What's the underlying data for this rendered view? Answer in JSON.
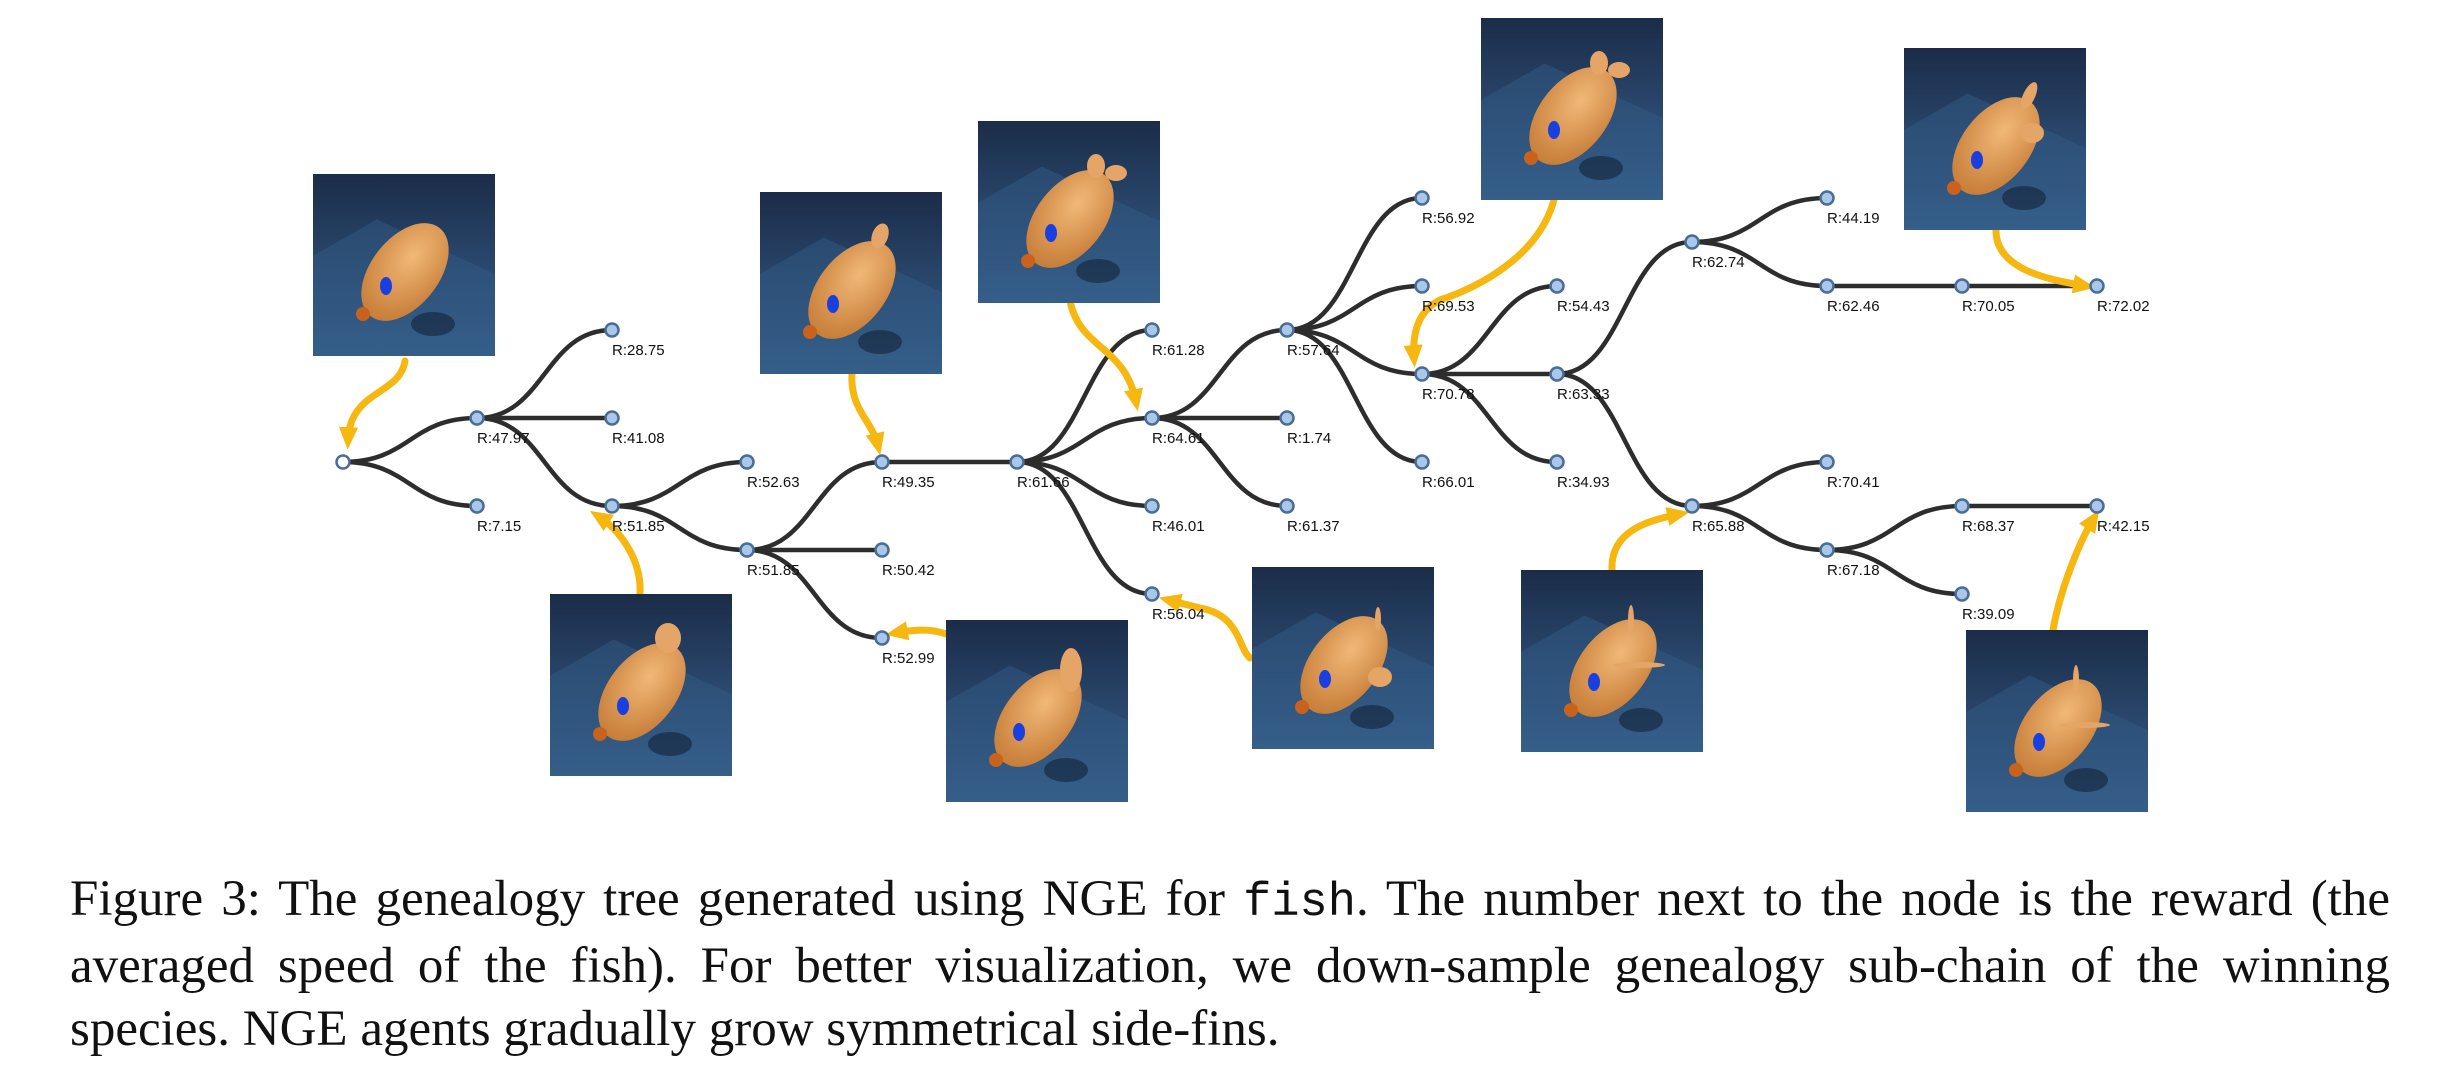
{
  "figure": {
    "nodes": [
      {
        "id": "root",
        "label": ""
      },
      {
        "id": "n1",
        "label": "R:47.97"
      },
      {
        "id": "n2",
        "label": "R:7.15"
      },
      {
        "id": "n3",
        "label": "R:28.75"
      },
      {
        "id": "n4",
        "label": "R:41.08"
      },
      {
        "id": "n5",
        "label": "R:51.85"
      },
      {
        "id": "n6",
        "label": "R:52.63"
      },
      {
        "id": "n7",
        "label": "R:51.85"
      },
      {
        "id": "n8",
        "label": "R:49.35"
      },
      {
        "id": "n9",
        "label": "R:50.42"
      },
      {
        "id": "n10",
        "label": "R:52.99"
      },
      {
        "id": "n11",
        "label": "R:61.66"
      },
      {
        "id": "n12",
        "label": "R:61.28"
      },
      {
        "id": "n13",
        "label": "R:64.61"
      },
      {
        "id": "n14",
        "label": "R:46.01"
      },
      {
        "id": "n15",
        "label": "R:56.04"
      },
      {
        "id": "n16",
        "label": "R:57.64"
      },
      {
        "id": "n17",
        "label": "R:1.74"
      },
      {
        "id": "n18",
        "label": "R:61.37"
      },
      {
        "id": "n19",
        "label": "R:56.92"
      },
      {
        "id": "n20",
        "label": "R:69.53"
      },
      {
        "id": "n21",
        "label": "R:70.78"
      },
      {
        "id": "n22",
        "label": "R:66.01"
      },
      {
        "id": "n23",
        "label": "R:54.43"
      },
      {
        "id": "n24",
        "label": "R:63.33"
      },
      {
        "id": "n25",
        "label": "R:34.93"
      },
      {
        "id": "n26",
        "label": "R:62.74"
      },
      {
        "id": "n27",
        "label": "R:65.88"
      },
      {
        "id": "n28",
        "label": "R:44.19"
      },
      {
        "id": "n29",
        "label": "R:62.46"
      },
      {
        "id": "n30",
        "label": "R:70.05"
      },
      {
        "id": "n31",
        "label": "R:72.02"
      },
      {
        "id": "n32",
        "label": "R:70.41"
      },
      {
        "id": "n33",
        "label": "R:67.18"
      },
      {
        "id": "n34",
        "label": "R:68.37"
      },
      {
        "id": "n35",
        "label": "R:42.15"
      },
      {
        "id": "n36",
        "label": "R:39.09"
      }
    ],
    "edges": [
      [
        "root",
        "n1"
      ],
      [
        "root",
        "n2"
      ],
      [
        "n1",
        "n3"
      ],
      [
        "n1",
        "n4"
      ],
      [
        "n1",
        "n5"
      ],
      [
        "n5",
        "n6"
      ],
      [
        "n5",
        "n7"
      ],
      [
        "n7",
        "n8"
      ],
      [
        "n7",
        "n9"
      ],
      [
        "n7",
        "n10"
      ],
      [
        "n8",
        "n11"
      ],
      [
        "n11",
        "n12"
      ],
      [
        "n11",
        "n13"
      ],
      [
        "n11",
        "n14"
      ],
      [
        "n11",
        "n15"
      ],
      [
        "n13",
        "n16"
      ],
      [
        "n13",
        "n17"
      ],
      [
        "n13",
        "n18"
      ],
      [
        "n16",
        "n19"
      ],
      [
        "n16",
        "n20"
      ],
      [
        "n16",
        "n21"
      ],
      [
        "n16",
        "n22"
      ],
      [
        "n21",
        "n23"
      ],
      [
        "n21",
        "n24"
      ],
      [
        "n21",
        "n25"
      ],
      [
        "n24",
        "n26"
      ],
      [
        "n24",
        "n27"
      ],
      [
        "n26",
        "n28"
      ],
      [
        "n26",
        "n29"
      ],
      [
        "n29",
        "n30"
      ],
      [
        "n30",
        "n31"
      ],
      [
        "n27",
        "n32"
      ],
      [
        "n27",
        "n33"
      ],
      [
        "n33",
        "n34"
      ],
      [
        "n33",
        "n36"
      ],
      [
        "n34",
        "n35"
      ]
    ],
    "thumbnails": [
      {
        "id": "t1",
        "points_to": "root",
        "fins": "none"
      },
      {
        "id": "t2",
        "points_to": "n5",
        "fins": "top-round"
      },
      {
        "id": "t3",
        "points_to": "n8",
        "fins": "top-small"
      },
      {
        "id": "t4",
        "points_to": "n10",
        "fins": "side-round"
      },
      {
        "id": "t5",
        "points_to": "n13",
        "fins": "top-double"
      },
      {
        "id": "t6",
        "points_to": "n15",
        "fins": "side-small"
      },
      {
        "id": "t7",
        "points_to": "n21",
        "fins": "top-double"
      },
      {
        "id": "t8",
        "points_to": "n27",
        "fins": "side-thin"
      },
      {
        "id": "t9",
        "points_to": "n31",
        "fins": "top-side"
      },
      {
        "id": "t10",
        "points_to": "n35",
        "fins": "side-thin"
      }
    ],
    "colors": {
      "arrow": "#f6b810",
      "edge": "#2d2d2d",
      "node": "#a9c7ea",
      "fish": "#e8a05a",
      "eye": "#1a3fe0"
    }
  },
  "caption": {
    "prefix": "Figure 3: The genealogy tree generated using NGE for ",
    "code": "fish",
    "suffix": ". The number next to the node is the reward (the averaged speed of the fish). For better visualization, we down-sample genealogy sub-chain of the winning species. NGE agents gradually grow symmetrical side-fins."
  }
}
